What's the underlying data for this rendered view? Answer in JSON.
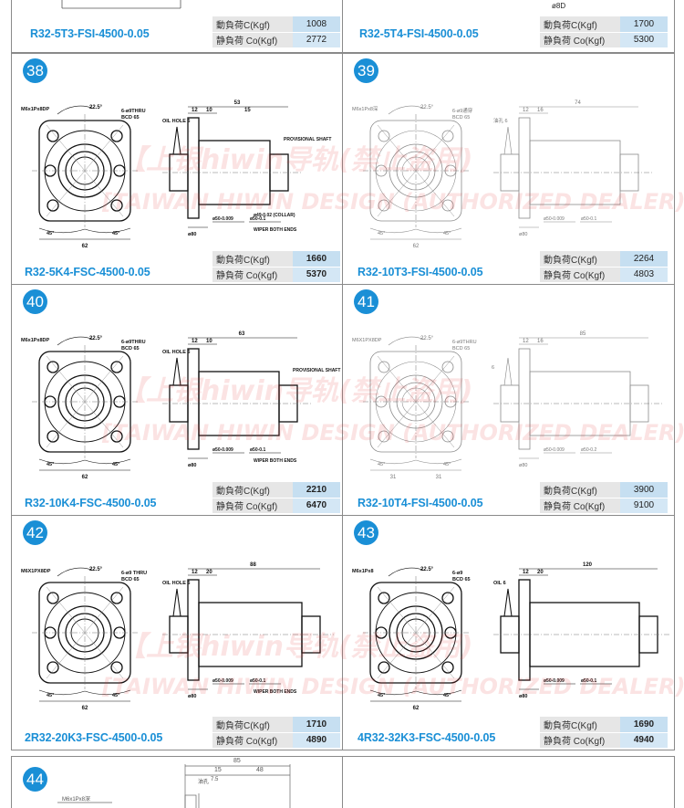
{
  "top_partial": [
    {
      "model": "R32-5T3-FSI-4500-0.05",
      "load": {
        "c_label": "動負荷C(Kgf)",
        "c_value": "1008",
        "co_label": "静負荷 Co(Kgf)",
        "co_value": "2772"
      }
    },
    {
      "model": "R32-5T4-FSI-4500-0.05",
      "dim_label": "ø8D",
      "load": {
        "c_label": "動負荷C(Kgf)",
        "c_value": "1700",
        "co_label": "静負荷 Co(Kgf)",
        "co_value": "5300"
      }
    }
  ],
  "cells": [
    {
      "number": "38",
      "model": "R32-5K4-FSC-4500-0.05",
      "style": "bold",
      "labels": {
        "pitch_hole": "M6x1Px8DP",
        "angle": "22.5°",
        "thru": "6-ø9THRU",
        "bcd": "BCD 65",
        "oil": "OIL HOLE 6",
        "len1": "12",
        "len2": "10",
        "len3": "15",
        "overall": "53",
        "shaft": "PROVISIONAL SHAFT",
        "wiper": "WIPER BOTH ENDS",
        "collar": "ø49-0.02 (COLLAR)",
        "d1": "ø50-0.009",
        "d2": "ø50-0.1",
        "flange": "ø80",
        "a1": "45°",
        "a2": "45°",
        "w": "62"
      },
      "load": {
        "c_label": "動負荷C(Kgf)",
        "c_value": "1660",
        "co_label": "静負荷 Co(Kgf)",
        "co_value": "5370"
      }
    },
    {
      "number": "39",
      "model": "R32-10T3-FSI-4500-0.05",
      "style": "thin",
      "labels": {
        "pitch_hole": "M6x1Px8深",
        "angle": "22.5°",
        "thru": "6-ø9通穿",
        "bcd": "BCD 65",
        "oil": "油孔 6",
        "len1": "12",
        "len2": "16",
        "overall": "74",
        "d1": "ø50-0.009",
        "d2": "ø50-0.1",
        "flange": "ø80",
        "a1": "45°",
        "a2": "45°",
        "w": "62"
      },
      "load": {
        "c_label": "動負荷C(Kgf)",
        "c_value": "2264",
        "co_label": "静負荷 Co(Kgf)",
        "co_value": "4803"
      }
    },
    {
      "number": "40",
      "model": "R32-10K4-FSC-4500-0.05",
      "style": "bold",
      "labels": {
        "pitch_hole": "M6x1Px8DP",
        "angle": "22.5°",
        "thru": "6-ø9THRU",
        "bcd": "BCD 65",
        "oil": "OIL HOLE 6",
        "len1": "12",
        "len2": "10",
        "overall": "63",
        "shaft": "PROVISIONAL SHAFT",
        "wiper": "WIPER BOTH ENDS",
        "d1": "ø50-0.009",
        "d2": "ø50-0.1",
        "flange": "ø80",
        "a1": "45°",
        "a2": "45°",
        "w": "62"
      },
      "load": {
        "c_label": "動負荷C(Kgf)",
        "c_value": "2210",
        "co_label": "静負荷 Co(Kgf)",
        "co_value": "6470"
      }
    },
    {
      "number": "41",
      "model": "R32-10T4-FSI-4500-0.05",
      "style": "thin",
      "labels": {
        "pitch_hole": "M6X1PX8DP",
        "angle": "22.5°",
        "thru": "6-ø9THRU",
        "bcd": "BCD 65",
        "len1": "12",
        "len2": "16",
        "overall": "85",
        "d1": "ø50-0.009",
        "d2": "ø50-0.2",
        "flange": "ø80",
        "a1": "45°",
        "a2": "45°",
        "w1": "31",
        "w2": "31",
        "small": "6"
      },
      "load": {
        "c_label": "動負荷C(Kgf)",
        "c_value": "3900",
        "co_label": "静負荷 Co(Kgf)",
        "co_value": "9100"
      }
    },
    {
      "number": "42",
      "model": "2R32-20K3-FSC-4500-0.05",
      "style": "bold",
      "labels": {
        "pitch_hole": "M6X1PX8DP",
        "angle": "22.5°",
        "thru": "6-ø9 THRU",
        "bcd": "BCD 65",
        "oil": "OIL HOLE 6",
        "len1": "12",
        "len2": "20",
        "overall": "88",
        "wiper": "WIPER BOTH ENDS",
        "d1": "ø50-0.009",
        "d2": "ø50-0.1",
        "flange": "ø80",
        "a1": "45°",
        "a2": "45°",
        "w": "62"
      },
      "load": {
        "c_label": "動負荷C(Kgf)",
        "c_value": "1710",
        "co_label": "静負荷 Co(Kgf)",
        "co_value": "4890"
      }
    },
    {
      "number": "43",
      "model": "4R32-32K3-FSC-4500-0.05",
      "style": "bold",
      "labels": {
        "pitch_hole": "M6x1Px8",
        "angle": "22.5°",
        "thru": "6-ø9",
        "bcd": "BCD 65",
        "oil": "OIL 6",
        "len1": "12",
        "len2": "20",
        "overall": "120",
        "d1": "ø50-0.009",
        "d2": "ø50-0.1",
        "flange": "ø80",
        "a1": "45°",
        "a2": "45°",
        "w": "62"
      },
      "load": {
        "c_label": "動負荷C(Kgf)",
        "c_value": "1690",
        "co_label": "静負荷 Co(Kgf)",
        "co_value": "4940"
      }
    }
  ],
  "bottom_partial": {
    "number": "44",
    "labels": {
      "pitch_hole": "M6x1Px8深",
      "overall": "85",
      "len1": "15",
      "len2": "48",
      "oil": "油孔",
      "small": "7.5"
    }
  },
  "watermark": {
    "line1": "【上银hiwin导轨(禁止盗用)",
    "line2": "[TAIWAN HIWIN DESIGN (AUTHORIZED DEALER)]"
  },
  "colors": {
    "accent": "#1a8fd6",
    "watermark": "#e23c3c",
    "drawing": "#333333"
  }
}
